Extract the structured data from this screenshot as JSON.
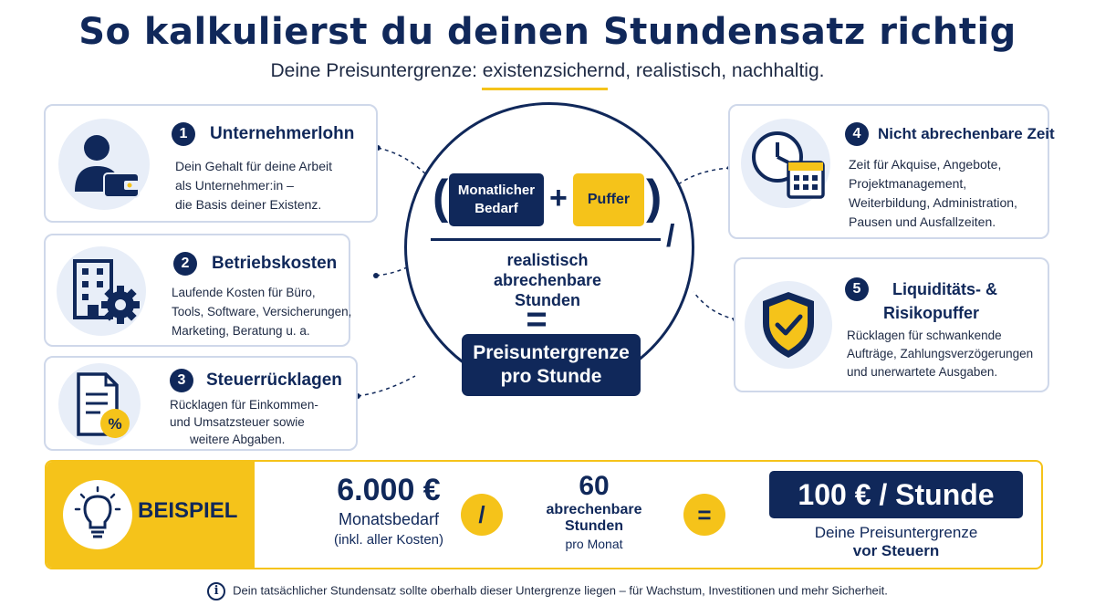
{
  "header": {
    "title": "So kalkulierst du deinen Stundensatz richtig",
    "subtitle": "Deine Preisuntergrenze: existenzsichernd, realistisch, nachhaltig."
  },
  "cards": [
    {
      "number": "1",
      "title": "Unternehmerlohn",
      "icon": "person-wallet-icon",
      "lines": [
        "Dein Gehalt für deine Arbeit",
        "als Unternehmer:in –",
        "die Basis deiner Existenz."
      ]
    },
    {
      "number": "2",
      "title": "Betriebskosten",
      "icon": "building-gear-icon",
      "lines": [
        "Laufende Kosten für Büro,",
        "Tools, Software, Versicherungen,",
        "Marketing, Beratung u. a."
      ]
    },
    {
      "number": "3",
      "title": "Steuerrücklagen",
      "icon": "document-percent-icon",
      "lines": [
        "Rücklagen für Einkommen-",
        "und Umsatzsteuer sowie",
        "weitere Abgaben."
      ]
    },
    {
      "number": "4",
      "title": "Nicht abrechenbare Zeit",
      "icon": "clock-calendar-icon",
      "lines": [
        "Zeit für Akquise, Angebote,",
        "Projektmanagement,",
        "Weiterbildung, Administration,",
        "Pausen und Ausfallzeiten."
      ]
    },
    {
      "number": "5",
      "title_lines": [
        "Liquiditäts- &",
        "Risikopuffer"
      ],
      "icon": "shield-check-icon",
      "lines": [
        "Rücklagen für schwankende",
        "Aufträge, Zahlungsverzögerungen",
        "und unerwartete Ausgaben."
      ]
    }
  ],
  "formula": {
    "open_paren": "(",
    "close_paren": ")",
    "monthly_need": [
      "Monatlicher",
      "Bedarf"
    ],
    "plus": "+",
    "buffer": "Puffer",
    "slash": "/",
    "denominator": [
      "realistisch",
      "abrechenbare",
      "Stunden"
    ],
    "equals": "=",
    "result": [
      "Preisuntergrenze",
      "pro Stunde"
    ]
  },
  "example": {
    "label": "BEISPIEL",
    "icon": "lightbulb-icon",
    "amount": "6.000 €",
    "amount_label": "Monatsbedarf",
    "amount_note": "(inkl. aller Kosten)",
    "divide": "/",
    "hours": "60",
    "hours_label": [
      "abrechenbare",
      "Stunden"
    ],
    "hours_note": "pro Monat",
    "equals": "=",
    "result": "100 € / Stunde",
    "result_label": [
      "Deine Preisuntergrenze",
      "vor Steuern"
    ]
  },
  "footer": {
    "icon": "info-icon",
    "icon_glyph": "i",
    "text": "Dein tatsächlicher Stundensatz sollte oberhalb dieser Untergrenze liegen – für Wachstum, Investitionen und mehr Sicherheit."
  },
  "colors": {
    "navy": "#10285a",
    "yellow": "#f5c31a",
    "border": "#cfd8ea",
    "icon_bg": "#e8eef8"
  }
}
